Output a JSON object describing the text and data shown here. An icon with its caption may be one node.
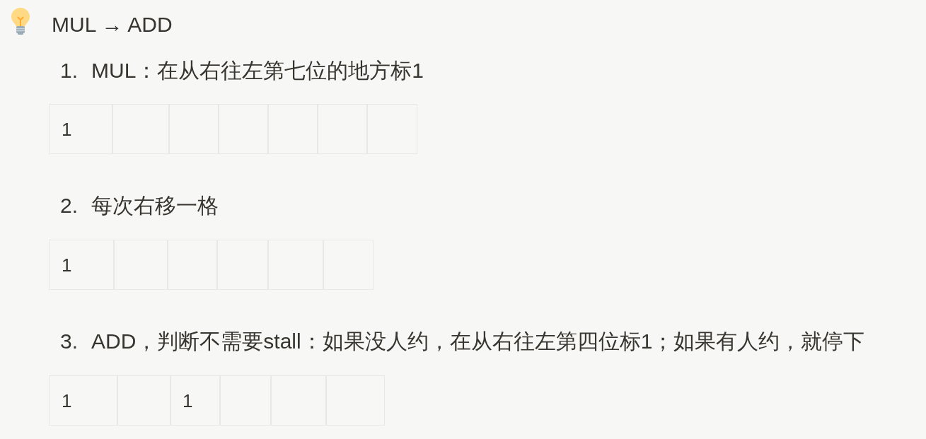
{
  "diagram": {
    "title": "MUL → ADD",
    "nodes": [
      {
        "text": [
          "1"
        ]
      },
      {
        "text": [],
        "shape": "box"
      },
      {
        "text": [],
        "shape": "box"
      },
      {
        "text": [],
        "shape": "box"
      },
      {
        "text": [],
        "shape": "box"
      },
      {
        "text": [],
        "shape": "box"
      },
      {
        "text": [],
        "shape": "box"
      },
      {
        "text": [
          "1"
        ]
      },
      {
        "text": [],
        "shape": "box"
      },
      {
        "text": [],
        "shape": "box"
      },
      {
        "text": [],
        "shape": "box"
      },
      {
        "text": [],
        "shape": "box"
      },
      {
        "text": [],
        "shape": "box"
      },
      {
        "text": [
          "1"
        ]
      },
      {
        "text": [],
        "shape": "box"
      },
      {
        "text": [
          "1"
        ]
      },
      {
        "text": [],
        "shape": "box"
      },
      {
        "text": [],
        "shape": "box"
      },
      {
        "text": [],
        "shape": "box"
      }
    ],
    "labels": [
      "1.",
      "MUL：在从右往左第七位的地方标1",
      "2.",
      "每次右移一格",
      "3.",
      "ADD，判断不需要stall：如果没人约，在从右往左第四位标1；如果有人约，就停下"
    ]
  }
}
